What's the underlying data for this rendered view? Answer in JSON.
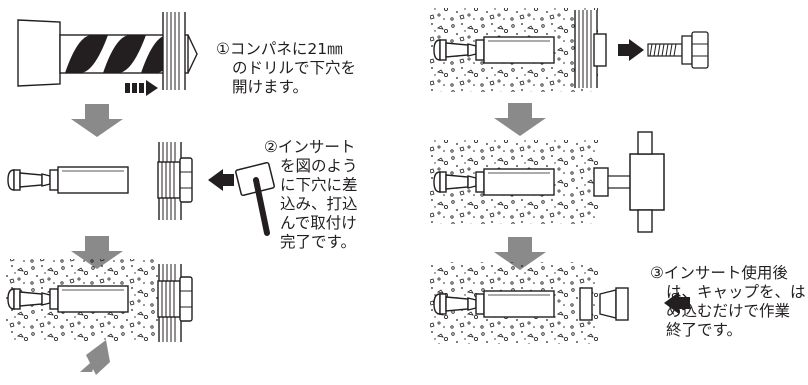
{
  "steps": [
    {
      "number": "①",
      "lines": [
        "①コンパネに21㎜",
        "のドリルで下穴を",
        "開けます。"
      ]
    },
    {
      "number": "②",
      "lines": [
        "②インサート",
        "を図のよう",
        "に下穴に差",
        "込み、打込",
        "んで取付け",
        "完了です。"
      ]
    },
    {
      "number": "③",
      "lines": [
        "③インサート使用後",
        "は、キャップを、は",
        "め込むだけで作業",
        "終了です。"
      ]
    }
  ],
  "colors": {
    "line": "#231f20",
    "arrow_gray": "#8a8a8a",
    "texture": "#231f20"
  },
  "icons": [
    "drill-bit-icon",
    "hammer-icon",
    "bolt-icon",
    "cap-icon",
    "clamp-icon",
    "insert-anchor-icon",
    "down-arrow-icon",
    "push-arrow-icon"
  ]
}
